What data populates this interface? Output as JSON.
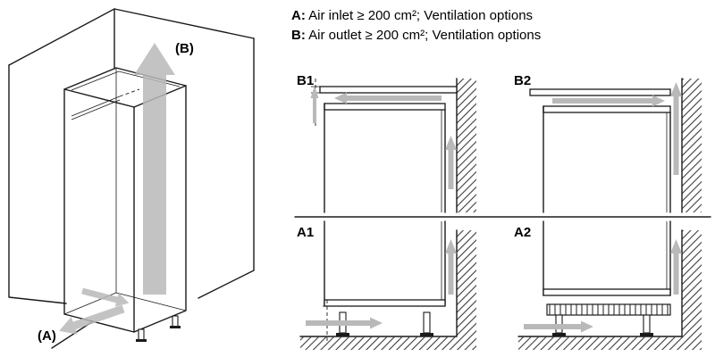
{
  "header": {
    "lines": [
      {
        "prefix": "A:",
        "text": " Air inlet ≥ 200 cm²; Ventilation options"
      },
      {
        "prefix": "B:",
        "text": " Air outlet ≥ 200 cm²; Ventilation options"
      }
    ]
  },
  "isometric": {
    "air_outlet_label": "(B)",
    "air_inlet_label": "(A)"
  },
  "panels": {
    "b1": {
      "label": "B1"
    },
    "b2": {
      "label": "B2"
    },
    "a1": {
      "label": "A1"
    },
    "a2": {
      "label": "A2"
    }
  },
  "colors": {
    "line": "#1a1a1a",
    "arrow": "#b9b9b9",
    "background": "#ffffff"
  }
}
